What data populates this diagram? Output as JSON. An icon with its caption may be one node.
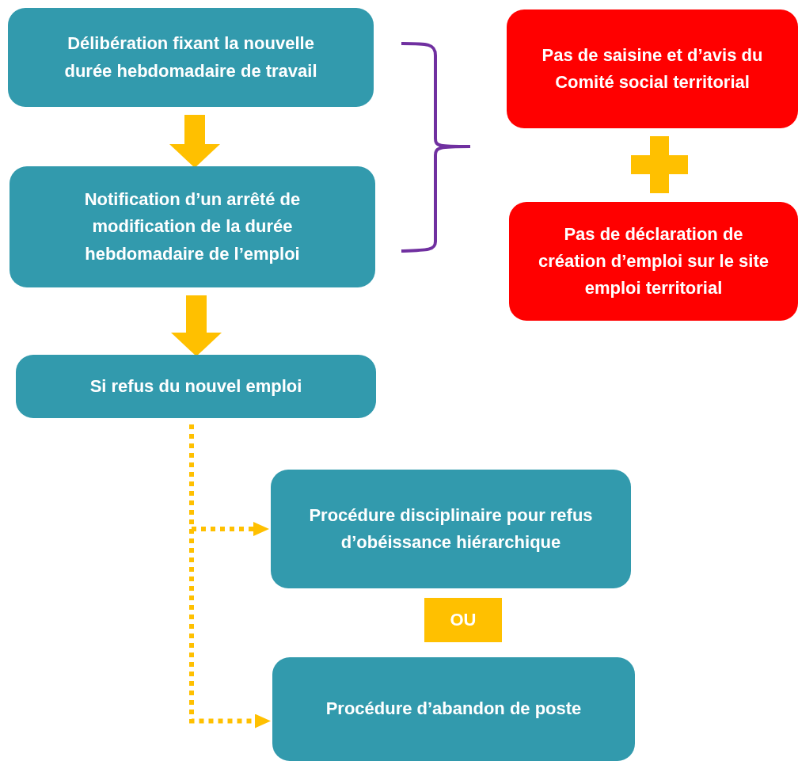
{
  "diagram": {
    "nodes": [
      {
        "text": [
          "Délibération fixant la nouvelle durée hebdomadaire de travail"
        ]
      },
      {
        "text": [
          "Notification d’un arrêté de modification de la durée hebdomadaire de l’emploi"
        ]
      },
      {
        "text": [
          "Si refus du nouvel emploi"
        ]
      },
      {
        "text": [
          "Pas de saisine et d’avis du Comité social territorial"
        ]
      },
      {
        "text": [
          "Pas de déclaration de création d’emploi sur le site emploi territorial"
        ]
      },
      {
        "text": [
          "Procédure disciplinaire pour refus d’obéissance hiérarchique"
        ]
      },
      {
        "text": [
          "OU"
        ]
      },
      {
        "text": [
          "Procédure d’abandon de poste"
        ]
      }
    ],
    "edges": [
      {
        "from": 0,
        "to": 1,
        "arrow": "to",
        "style": "thick"
      },
      {
        "from": 1,
        "to": 2,
        "arrow": "to",
        "style": "thick"
      },
      {
        "from": 2,
        "to": 5,
        "arrow": "to",
        "style": "dashed"
      },
      {
        "from": 2,
        "to": 7,
        "arrow": "to",
        "style": "dashed"
      }
    ]
  }
}
